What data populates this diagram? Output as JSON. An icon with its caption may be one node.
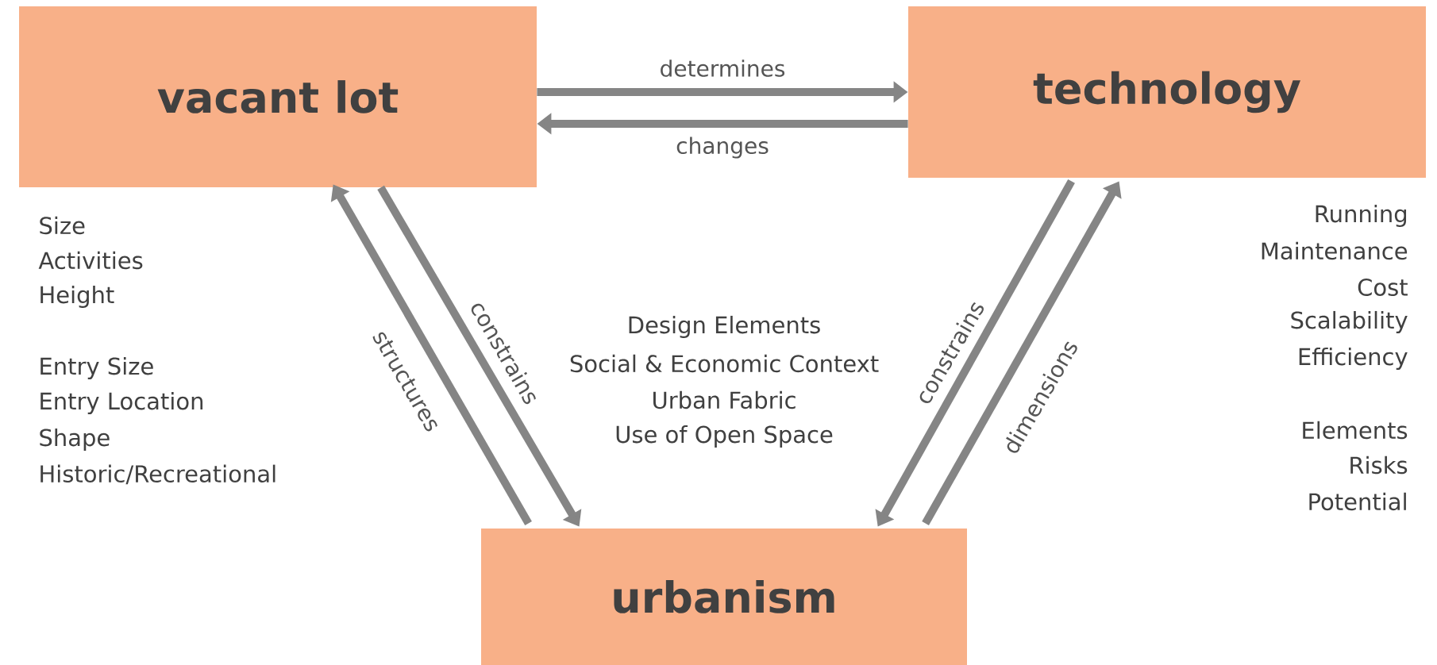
{
  "diagram": {
    "nodes": [
      {
        "text": [
          "vacant lot"
        ],
        "beside": [
          "Size",
          "Activities",
          "Height",
          "Entry Size",
          "Entry Location",
          "Shape",
          "Historic/Recreational"
        ]
      },
      {
        "text": [
          "technology"
        ],
        "beside": [
          "Running",
          "Maintenance",
          "Cost",
          "Scalability",
          "Efficiency",
          "Elements",
          "Risks",
          "Potential"
        ]
      },
      {
        "text": [
          "urbanism"
        ]
      }
    ],
    "edges": [
      {
        "from": 0,
        "to": 1,
        "arrow": "to",
        "label": "determines"
      },
      {
        "from": 1,
        "to": 0,
        "arrow": "to",
        "label": "changes"
      },
      {
        "from": 2,
        "to": 0,
        "arrow": "to",
        "label": "structures"
      },
      {
        "from": 0,
        "to": 2,
        "arrow": "to",
        "label": "constrains"
      },
      {
        "from": 1,
        "to": 2,
        "arrow": "to",
        "label": "constrains"
      },
      {
        "from": 2,
        "to": 1,
        "arrow": "to",
        "label": "dimensions"
      }
    ],
    "labels": [
      "Design Elements",
      "Social & Economic Context",
      "Urban Fabric",
      "Use of Open Space"
    ]
  }
}
